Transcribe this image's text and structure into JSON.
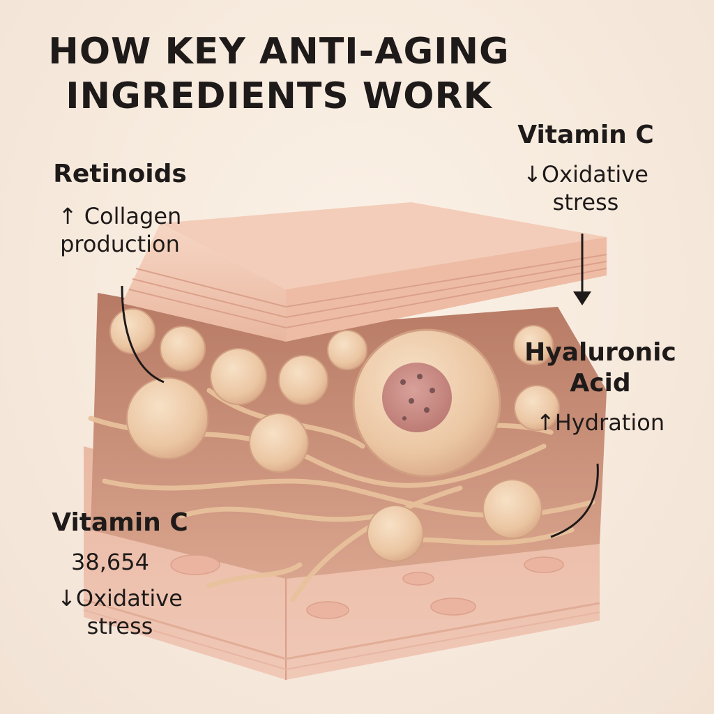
{
  "title": {
    "line1": "HOW KEY ANTI-AGING",
    "line2": "INGREDIENTS WORK"
  },
  "retinoids": {
    "heading": "Retinoids",
    "line1": "↑ Collagen",
    "line2": "production"
  },
  "vitamin_c_top": {
    "heading": "Vitamin C",
    "line1": "↓Oxidative",
    "line2": "stress"
  },
  "hyaluronic": {
    "heading_line1": "Hyaluronic",
    "heading_line2": "Acid",
    "line1": "↑Hydration"
  },
  "vitamin_c_bottom": {
    "heading": "Vitamin C",
    "number": "38,654",
    "line1": "↓Oxidative",
    "line2": "stress"
  },
  "colors": {
    "background": "#f6e9dc",
    "skin_top": "#f1c3ad",
    "dermis": "#c98f78",
    "cell": "#efcfae",
    "nucleus": "#c98b86",
    "text": "#1e1a19"
  }
}
